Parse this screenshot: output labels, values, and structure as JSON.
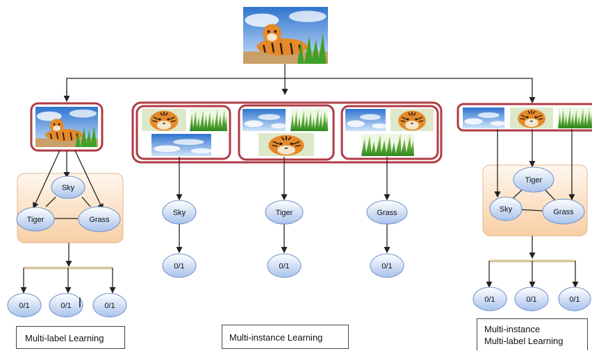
{
  "colors": {
    "frame": "#b03a44",
    "arrow": "#222222",
    "node_fill_top": "#ffffff",
    "node_fill_bottom": "#a8c2ec",
    "node_stroke": "#6f8fc7",
    "panel_fill": "#fbe3cc",
    "panel_stroke": "#e6b48a",
    "bar": "#d8c9a0"
  },
  "icons": {
    "tiger": "tiger-image",
    "sky": "sky-image",
    "grass": "grass-image"
  },
  "multi_label": {
    "nodes": {
      "sky": "Sky",
      "tiger": "Tiger",
      "grass": "Grass"
    },
    "outputs": [
      "0/1",
      "0/1",
      "0/1"
    ],
    "caption": "Multi-label Learning"
  },
  "multi_instance": {
    "bags": [
      {
        "label": "Sky",
        "output": "0/1"
      },
      {
        "label": "Tiger",
        "output": "0/1"
      },
      {
        "label": "Grass",
        "output": "0/1"
      }
    ],
    "caption": "Multi-instance Learning"
  },
  "mimlearning": {
    "nodes": {
      "tiger": "Tiger",
      "sky": "Sky",
      "grass": "Grass"
    },
    "outputs": [
      "0/1",
      "0/1",
      "0/1"
    ],
    "caption_lines": [
      "Multi-instance",
      "Multi-label Learning"
    ]
  }
}
